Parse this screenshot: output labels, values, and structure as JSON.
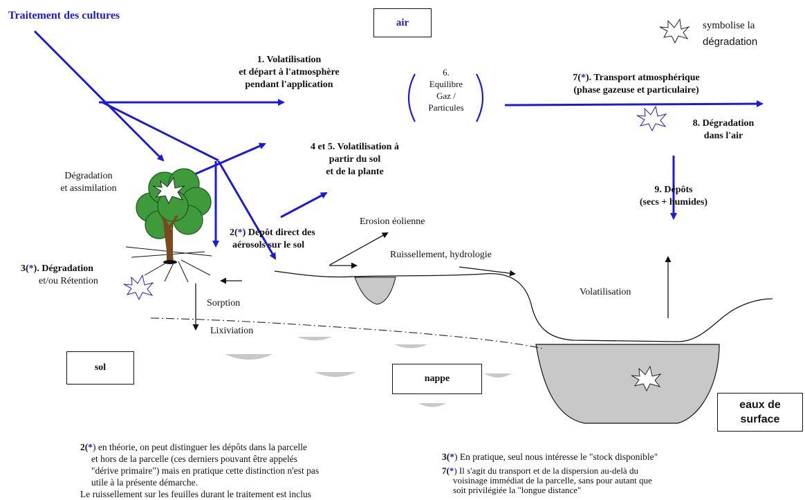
{
  "title": "Traitement des cultures",
  "legend": {
    "text_line1": "symbolise la",
    "text_line2": "dégradation"
  },
  "boxes": {
    "air": "air",
    "sol": "sol",
    "nappe": "nappe",
    "eaux_line1": "eaux de",
    "eaux_line2": "surface"
  },
  "processes": {
    "p1": [
      "1. Volatilisation",
      "et départ à l'atmosphère",
      "pendant l'application"
    ],
    "p6": [
      "6.",
      "Equilibre",
      "Gaz /",
      "Particules"
    ],
    "p7": {
      "num": "7(",
      "star": "*",
      "rest": "). Transport atmosphérique",
      "line2": "(phase gazeuse et particulaire)"
    },
    "p8": [
      "8. Dégradation",
      "dans l'air"
    ],
    "p45": [
      "4  et  5.  Volatilisation à",
      "partir du sol",
      "et de la plante"
    ],
    "p9": [
      "9. Dépôts",
      "(secs + humides)"
    ],
    "p2": {
      "num": "2(",
      "star": "*",
      "rest": ") Dépôt direct des",
      "line2": "aérosols sur le sol"
    },
    "p3": {
      "num": "3(",
      "star": "*",
      "rest": "). Dégradation",
      "line2": "et/ou Rétention"
    },
    "degradation_plante": [
      "Dégradation",
      "et assimilation"
    ],
    "erosion": "Erosion éolienne",
    "ruissellement": "Ruissellement,  hydrologie",
    "volatilisation": "Volatilisation",
    "sorption": "Sorption",
    "lixiviation": "Lixiviation"
  },
  "notes": {
    "n2": {
      "num": "2(",
      "star": "*",
      "rest": ") en théorie, on peut distinguer les dépôts dans la parcelle",
      "lines": [
        "et hors de la parcelle (ces derniers pouvant être appelés",
        "\"dérive primaire\") mais en pratique cette distinction n'est pas",
        "utile à la présente démarche.",
        "Le ruissellement sur les feuilles durant le traitement est inclus"
      ]
    },
    "n3": {
      "num": "3(",
      "star": "*",
      "rest": ") En pratique, seul  nous intéresse le \"stock disponible\""
    },
    "n7": {
      "num": "7(",
      "star": "*",
      "rest": ") Il s'agit du transport et de la dispersion au-delà du",
      "lines": [
        "voisinage immédiat de la parcelle, sans pour autant que",
        "soit privilégiée la \"longue distance\""
      ]
    }
  },
  "colors": {
    "arrow_blue": "#1a1ad8",
    "title_blue": "#1a1ad8",
    "tree_green": "#3f9a3c",
    "trunk_brown": "#7a4a1e",
    "water_gray": "#c8c8c8"
  }
}
